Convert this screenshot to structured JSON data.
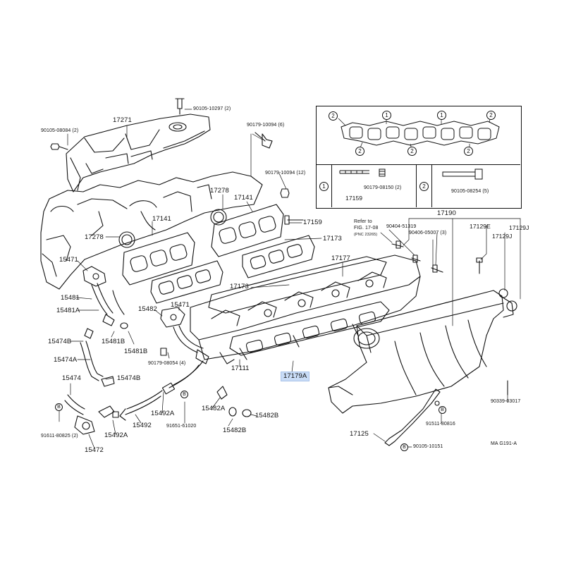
{
  "diagram": {
    "code": "MA G191-A",
    "refer_note": {
      "line1": "Refer to",
      "line2": "FIG. 17-08",
      "line3": "(PNC 23265)"
    },
    "inset": {
      "marker1": "1",
      "marker2": "2",
      "left_part_label": "17159",
      "left_bolt_label": "90179-08150 (2)",
      "right_bolt_label": "90105-08254 (5)"
    },
    "labels": {
      "p17271": "17271",
      "p90105_10297": "90105-10297 (2)",
      "p90105_08084": "90105-08084 (2)",
      "p90179_10094_6": "90179-10094 (6)",
      "p90179_10094_12": "90179-10094 (12)",
      "p17278_a": "17278",
      "p17141_a": "17141",
      "p17141_b": "17141",
      "p17278_b": "17278",
      "p17159": "17159",
      "p17173_a": "17173",
      "p17173_b": "17173",
      "p17190": "17190",
      "p90404_51319": "90404-51319",
      "p90406_05007": "90406-05007 (3)",
      "p17129E": "17129E",
      "p17129J_a": "17129J",
      "p17129J_b": "17129J",
      "p15471_a": "15471",
      "p17177": "17177",
      "p15481": "15481",
      "p15481A": "15481A",
      "p15482": "15482",
      "p15471_b": "15471",
      "p15474B": "15474B",
      "p15481B_a": "15481B",
      "p15481B_b": "15481B",
      "p15474A": "15474A",
      "p90179_08054": "90179-08054 (4)",
      "p17111": "17111",
      "p17179A": "17179A",
      "p15474": "15474",
      "p15474B_b": "15474B",
      "p15492A_a": "15492A",
      "p15482A": "15482A",
      "p15482B_a": "15482B",
      "p15482B_b": "15482B",
      "p91611_80825": "91611-80825 (2)",
      "p15492": "15492",
      "p91651_61020": "91651-61020",
      "p15492A_b": "15492A",
      "p15472": "15472",
      "p91511_80816": "91511-80816",
      "p17125": "17125",
      "p90105_10151": "90105-10151",
      "p90339_03017": "90339-03017",
      "marker_B": "B"
    }
  }
}
